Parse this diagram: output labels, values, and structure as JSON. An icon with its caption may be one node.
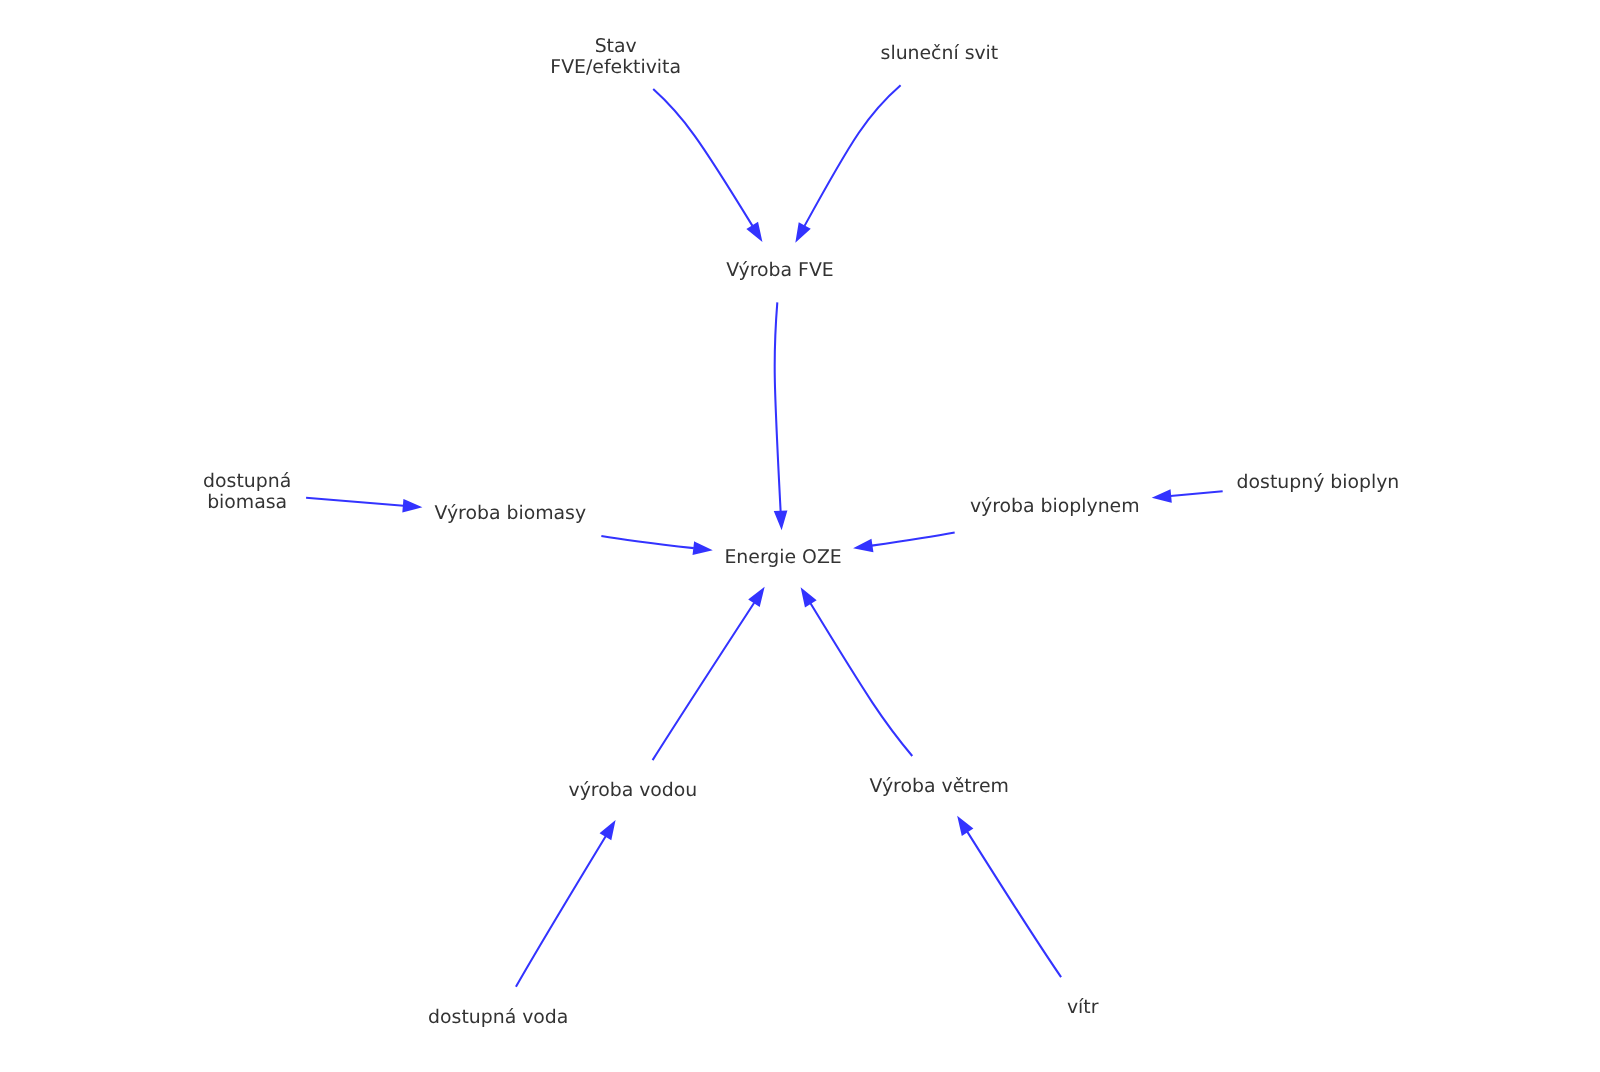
{
  "diagram": {
    "nodes": [
      {
        "text": [
          "Stav FVE/efektivita"
        ]
      },
      {
        "text": [
          "sluneční svit"
        ]
      },
      {
        "text": [
          "vítr"
        ]
      },
      {
        "text": [
          "Výroba FVE"
        ]
      },
      {
        "text": [
          "Výroba větrem"
        ]
      },
      {
        "text": [
          "Energie OZE"
        ]
      },
      {
        "text": [
          "výroba vodou"
        ]
      },
      {
        "text": [
          "výroba bioplynem"
        ]
      },
      {
        "text": [
          "Výroba biomasy"
        ]
      },
      {
        "text": [
          "dostupná voda"
        ]
      },
      {
        "text": [
          "dostupný bioplyn"
        ]
      },
      {
        "text": [
          "dostupná biomasa"
        ]
      }
    ],
    "edges": [
      {
        "from": 1,
        "to": 3,
        "arrow": "to"
      },
      {
        "from": 0,
        "to": 3,
        "arrow": "to"
      },
      {
        "from": 2,
        "to": 4,
        "arrow": "to"
      },
      {
        "from": 3,
        "to": 5,
        "arrow": "to"
      },
      {
        "from": 4,
        "to": 5,
        "arrow": "to"
      },
      {
        "from": 7,
        "to": 5,
        "arrow": "to"
      },
      {
        "from": 6,
        "to": 5,
        "arrow": "to"
      },
      {
        "from": 8,
        "to": 5,
        "arrow": "to"
      },
      {
        "from": 9,
        "to": 6,
        "arrow": "to"
      },
      {
        "from": 11,
        "to": 8,
        "arrow": "to"
      },
      {
        "from": 10,
        "to": 7,
        "arrow": "to"
      }
    ]
  }
}
